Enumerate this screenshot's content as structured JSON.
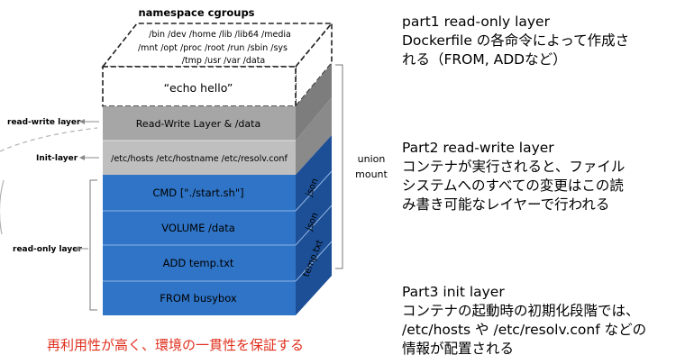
{
  "diagram": {
    "title": "namespace cgroups",
    "top_paths": [
      "/bin /dev /home /lib /lib64 /media",
      "/mnt /opt /proc /root /run /sbin /sys",
      "/tmp /usr /var /data"
    ],
    "echo_layer": "“echo hello”",
    "rw_layer": "Read-Write Layer & /data",
    "init_layer": "/etc/hosts /etc/hostname /etc/resolv.conf",
    "ro_layers": [
      "CMD [\"./start.sh\"]",
      "VOLUME /data",
      "ADD temp.txt",
      "FROM busybox"
    ],
    "side_labels": [
      "json",
      "json",
      "temp.txt"
    ],
    "left_labels": {
      "rw": "read-write layer",
      "init": "Init-layer",
      "ro": "read-only layer"
    },
    "union_mount": [
      "union",
      "mount"
    ]
  },
  "notes": {
    "part1": [
      "part1 read-only layer",
      "Dockerfile の各命令によって作成さ",
      "れる（FROM, ADDなど）"
    ],
    "part2": [
      "Part2 read-write layer",
      "コンテナが実行されると、ファイル",
      "システムへのすべての変更はこの読",
      "み書き可能なレイヤーで行われる"
    ],
    "part3": [
      "Part3 init layer",
      "コンテナの起動時の初期化段階では、",
      "/etc/hosts や /etc/resolv.conf などの",
      "情報が配置される"
    ]
  },
  "footer": "再利用性が高く、環境の一貫性を保証する",
  "colors": {
    "blue_front": "#2f74c6",
    "blue_side": "#1c4f96",
    "gray_front": "#a6a6a6",
    "gray_side": "#7d7d7d",
    "footer": "#e0301e"
  }
}
